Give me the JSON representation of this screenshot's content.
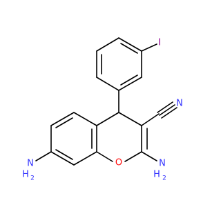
{
  "molecule": {
    "atoms": {
      "iodine": {
        "text": "I",
        "color": "#940094"
      },
      "nitrile_n": {
        "text": "N",
        "color": "#3333ff"
      },
      "ring_oxygen": {
        "text": "O",
        "color": "#ff0d0d"
      },
      "amine_left_n": {
        "text": "N",
        "color": "#3333ff"
      },
      "amine_left_h": {
        "text": "H",
        "color": "#3333ff"
      },
      "amine_left_sub": {
        "text": "2",
        "color": "#3333ff"
      },
      "amine_right_n": {
        "text": "N",
        "color": "#3333ff"
      },
      "amine_right_h": {
        "text": "H",
        "color": "#3333ff"
      },
      "amine_right_sub": {
        "text": "2",
        "color": "#3333ff"
      }
    },
    "bond_color": "#000000"
  }
}
